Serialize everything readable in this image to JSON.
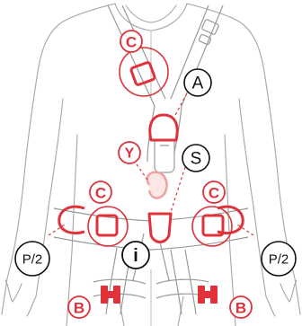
{
  "labels": {
    "c_top": "C",
    "a": "A",
    "y": "Y",
    "s": "S",
    "c_left": "C",
    "c_right": "C",
    "p2_left": "P/2",
    "p2_right": "P/2",
    "info": "i",
    "b_left": "B",
    "b_right": "B"
  },
  "colors": {
    "accent_red": "#e0323a",
    "outline_gray": "#9a9a9a",
    "text_black": "#111111"
  },
  "icons": {
    "info": "info-icon"
  }
}
